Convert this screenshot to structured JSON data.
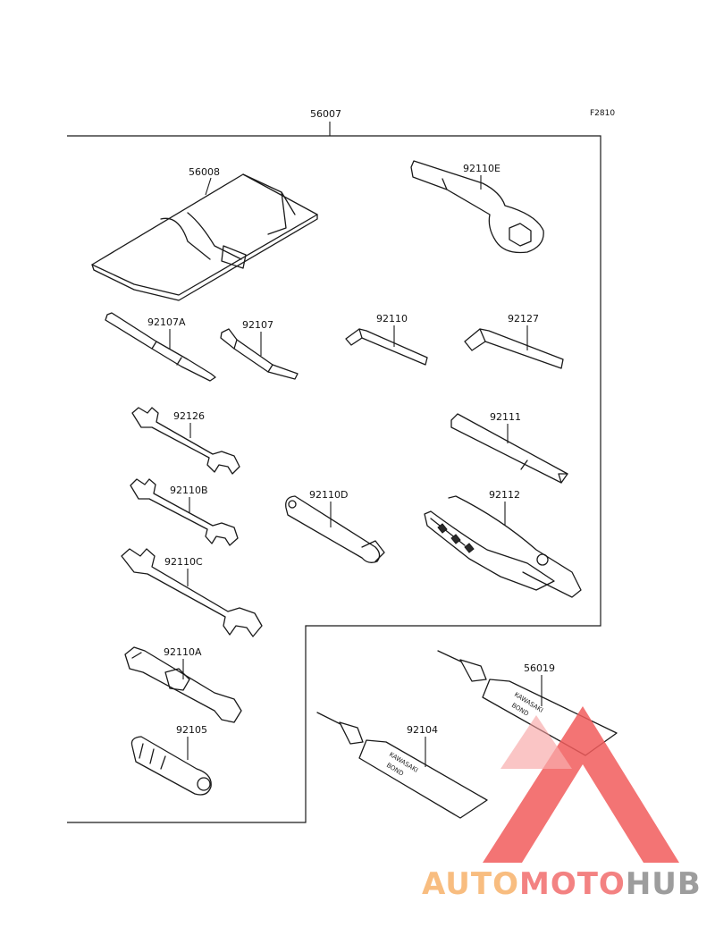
{
  "figure_code": "F2810",
  "kit_part_number": "56007",
  "parts": [
    {
      "id": "56008",
      "name": "tool-bag"
    },
    {
      "id": "92110E",
      "name": "ring-wrench"
    },
    {
      "id": "92107A",
      "name": "screwdriver-flat"
    },
    {
      "id": "92107",
      "name": "screwdriver-phillips"
    },
    {
      "id": "92110",
      "name": "hex-key-small"
    },
    {
      "id": "92127",
      "name": "hex-key-large"
    },
    {
      "id": "92126",
      "name": "open-end-wrench-small"
    },
    {
      "id": "92111",
      "name": "extension-bar"
    },
    {
      "id": "92110B",
      "name": "open-end-wrench-medium"
    },
    {
      "id": "92110D",
      "name": "box-wrench-spark-plug"
    },
    {
      "id": "92112",
      "name": "pliers"
    },
    {
      "id": "92110C",
      "name": "open-end-wrench-large"
    },
    {
      "id": "92110A",
      "name": "socket-wrench"
    },
    {
      "id": "56019",
      "name": "bond-tube-large"
    },
    {
      "id": "92104",
      "name": "bond-tube-small"
    },
    {
      "id": "92105",
      "name": "handle-grip"
    }
  ],
  "tube_label_brand": "KAWASAKI",
  "tube_label_word": "BOND",
  "watermark": {
    "part1": "AUTO",
    "part2": "MOTO",
    "part3": "HUB",
    "colors": {
      "orange": "#f7b26a",
      "red": "#f26d6d",
      "gray": "#8c8c8c",
      "triangle": "#f25c5c"
    }
  }
}
